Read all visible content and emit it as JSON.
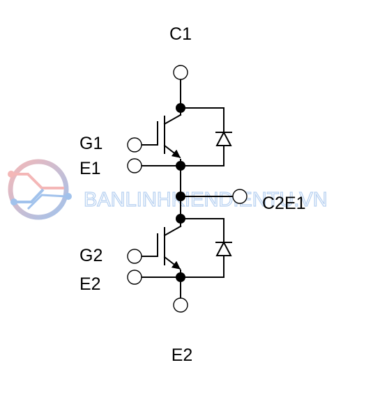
{
  "terminals": {
    "c1": "C1",
    "g1": "G1",
    "e1": "E1",
    "c2e1": "C2E1",
    "g2": "G2",
    "e2_side": "E2",
    "e2_bottom": "E2"
  },
  "watermark": {
    "text": "BANLINHKIENDIENTU.VN",
    "logo_icon": "circuit-logo-icon"
  },
  "colors": {
    "ink": "#000000",
    "watermark_blue": "#8ab4e8",
    "watermark_red": "#f2a6a6"
  }
}
